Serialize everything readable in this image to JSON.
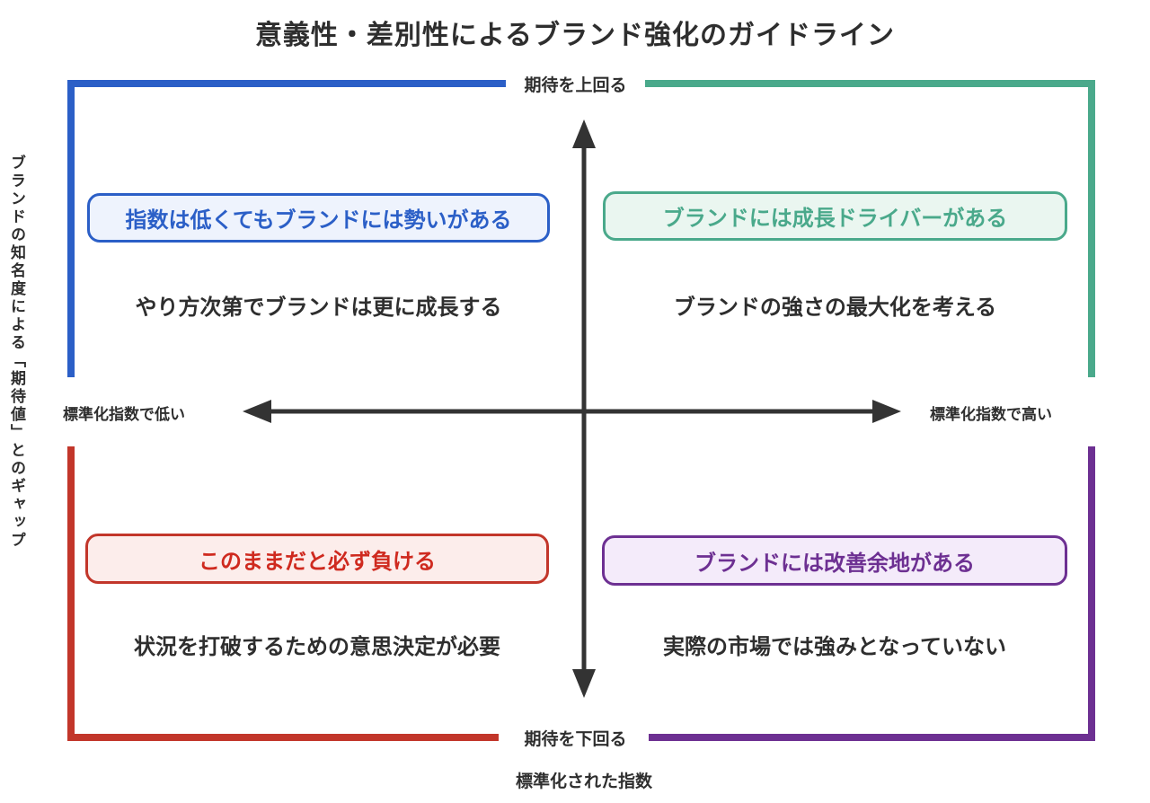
{
  "title": "意義性・差別性によるブランド強化のガイドライン",
  "axes": {
    "top": "期待を上回る",
    "bottom": "期待を下回る",
    "left": "標準化指数で低い",
    "right": "標準化指数で高い",
    "y_title": "ブランドの知名度による「期待値」とのギャップ",
    "x_title": "標準化された指数"
  },
  "quadrants": {
    "top_left": {
      "badge": "指数は低くてもブランドには勢いがある",
      "description": "やり方次第でブランドは更に成長する"
    },
    "top_right": {
      "badge": "ブランドには成長ドライバーがある",
      "description": "ブランドの強さの最大化を考える"
    },
    "bottom_left": {
      "badge": "このままだと必ず負ける",
      "description": "状況を打破するための意思決定が必要"
    },
    "bottom_right": {
      "badge": "ブランドには改善余地がある",
      "description": "実際の市場では強みとなっていない"
    }
  },
  "colors": {
    "blue": "#2b5fc7",
    "blue-bg": "#eef3fd",
    "green": "#4aa98b",
    "green-bg": "#eaf6f0",
    "red": "#c2362a",
    "red-text": "#cf2a1f",
    "red-bg": "#fcedeb",
    "purple": "#6d3092",
    "purple-bg": "#f4ebfa",
    "axis": "#333333",
    "text": "#2e2e2e"
  }
}
